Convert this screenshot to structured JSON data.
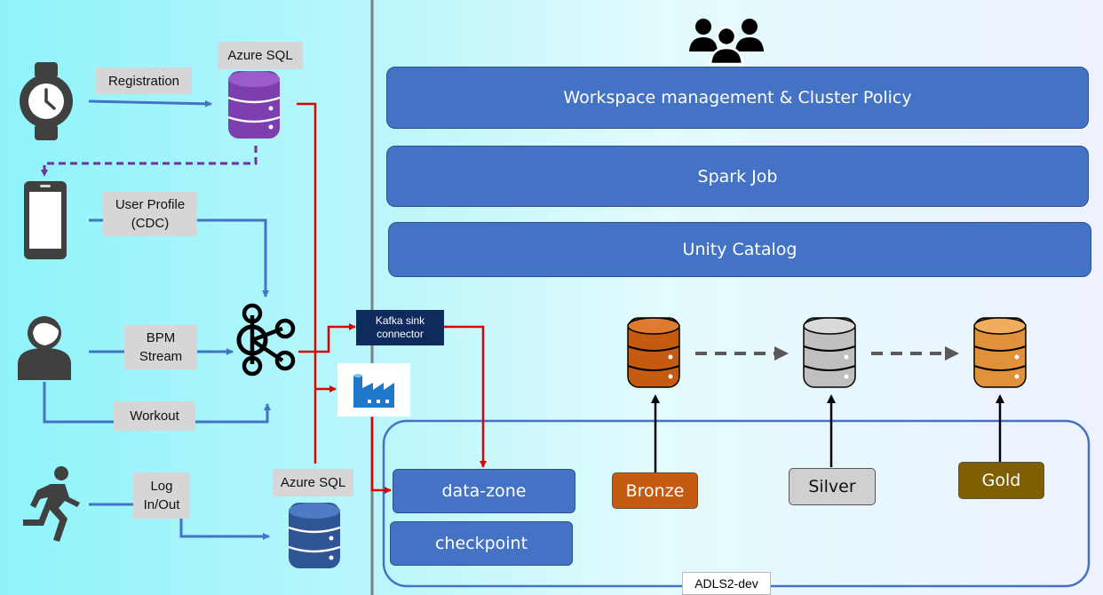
{
  "labels": {
    "azure_sql_top": "Azure SQL",
    "registration": "Registration",
    "user_profile": "User Profile\n(CDC)",
    "bpm_stream": "BPM\nStream",
    "workout": "Workout",
    "log_in_out": "Log\nIn/Out",
    "azure_sql_bottom": "Azure SQL",
    "kafka_sink": "Kafka sink\nconnector"
  },
  "bands": {
    "workspace": "Workspace management & Cluster Policy",
    "spark_job": "Spark Job",
    "unity_catalog": "Unity Catalog"
  },
  "storage": {
    "data_zone": "data-zone",
    "checkpoint": "checkpoint",
    "container": "ADLS2-dev"
  },
  "medallion": {
    "bronze": "Bronze",
    "silver": "Silver",
    "gold": "Gold"
  },
  "icons": {
    "sources": [
      "watch-icon",
      "phone-icon",
      "user-icon",
      "runner-icon"
    ],
    "hub": "kafka-icon",
    "factory": "data-factory-icon",
    "team": "team-icon",
    "database": "database-icon"
  },
  "colors": {
    "band_blue": "#4472c4",
    "flow_blue": "#4472c4",
    "flow_red": "#e00000",
    "cdc_purple": "#7030a0",
    "sql_purple": "#7d3fb0",
    "sql_blue": "#2f5597",
    "bronze": "#c55a11",
    "silver": "#bfbfbf",
    "gold": "#7f6000",
    "gold_db": "#e0913a"
  }
}
